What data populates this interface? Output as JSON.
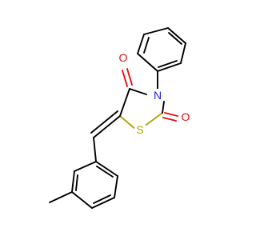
{
  "atoms": {
    "o1": {
      "label": "O",
      "color": "#e01010"
    },
    "o2": {
      "label": "O",
      "color": "#e01010"
    },
    "n": {
      "label": "N",
      "color": "#2020e0"
    },
    "s": {
      "label": "S",
      "color": "#b8a000"
    }
  }
}
